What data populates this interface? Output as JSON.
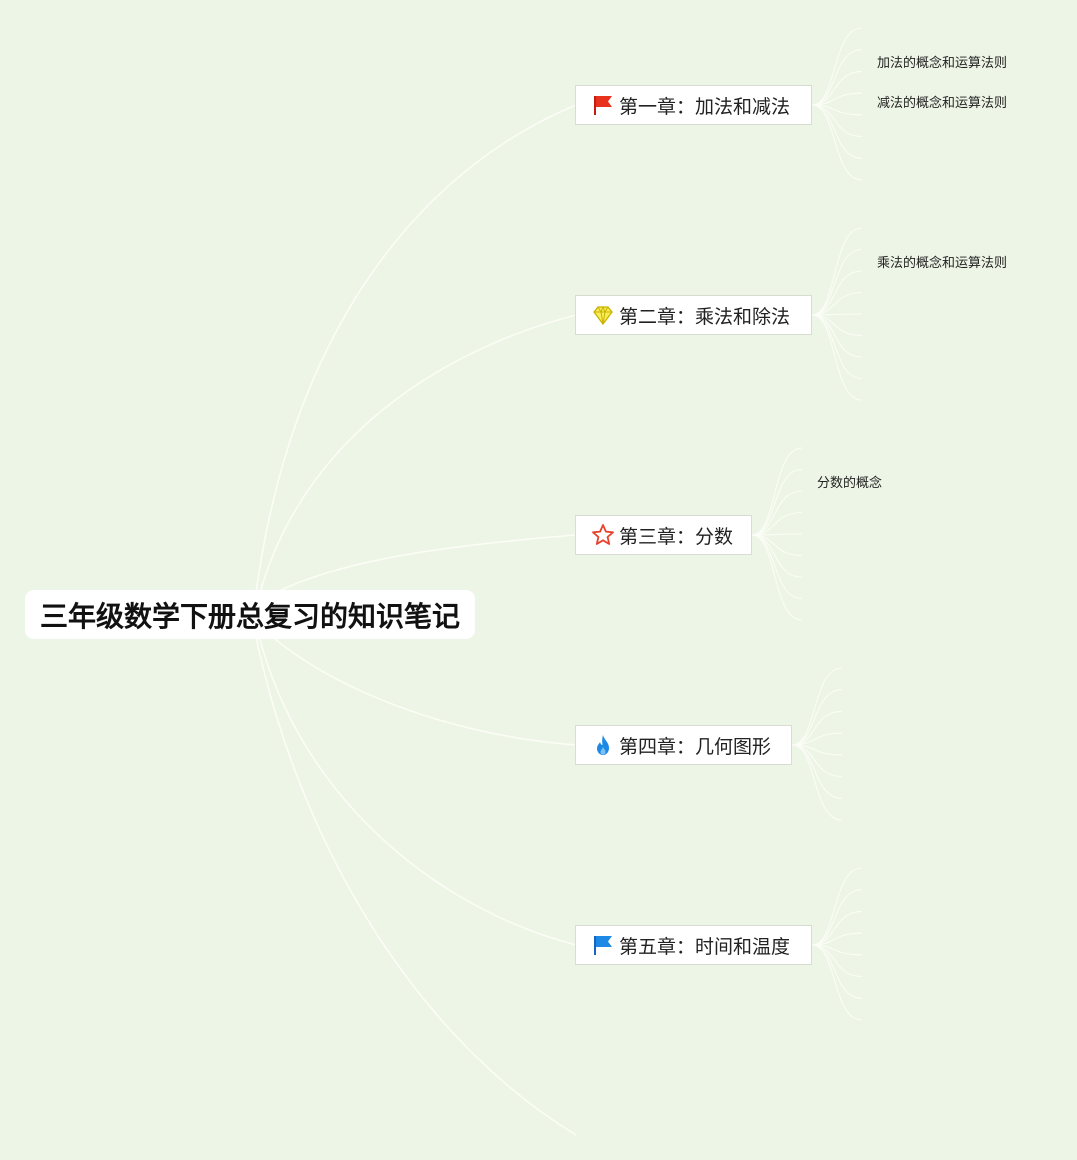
{
  "root": {
    "title": "三年级数学下册总复习的知识笔记"
  },
  "chapters": [
    {
      "label": "第一章：加法和减法",
      "icon": "red-flag-icon",
      "color": "#e8321e"
    },
    {
      "label": "第二章：乘法和除法",
      "icon": "yellow-diamond-icon",
      "color": "#f5e43a"
    },
    {
      "label": "第三章：分数",
      "icon": "red-star-icon",
      "color": "#e8412c"
    },
    {
      "label": "第四章：几何图形",
      "icon": "blue-flame-icon",
      "color": "#1e88e5"
    },
    {
      "label": "第五章：时间和温度",
      "icon": "blue-flag-icon",
      "color": "#1e88e5"
    }
  ],
  "leaves": [
    {
      "label": "加法的概念和运算法则"
    },
    {
      "label": "减法的概念和运算法则"
    },
    {
      "label": "乘法的概念和运算法则"
    },
    {
      "label": "分数的概念"
    }
  ],
  "colors": {
    "background": "#edf5e6",
    "connector": "#fbfdf6",
    "node": "#ffffff"
  }
}
